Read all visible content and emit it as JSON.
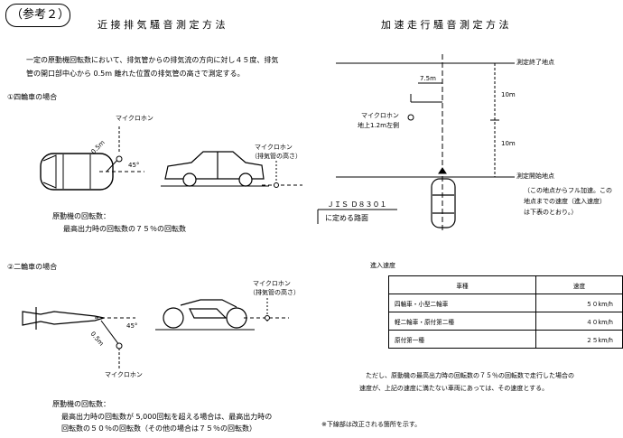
{
  "header": {
    "label": "（参考２）"
  },
  "left": {
    "title": "近 接 排 気 騒 音 測 定 方 法",
    "intro_line1": "一定の原動機回転数において、排気管からの排気流の方向に対し４５度、排気",
    "intro_line2": "管の開口部中心から 0.5m 離れた位置の排気管の高さで測定する。",
    "four_wheel": {
      "heading": "①四輪車の場合",
      "mic_label": "マイクロホン",
      "dist_label": "0.5m",
      "angle_label": "45°",
      "side_mic_label": "マイクロホン",
      "side_mic_sub": "（排気管の高さ）",
      "rpm_label": "原動機の回転数：",
      "rpm_value": "最高出力時の回転数の７５％の回転数"
    },
    "two_wheel": {
      "heading": "②二輪車の場合",
      "mic_label": "マイクロホン",
      "dist_label": "0.5m",
      "angle_label": "45°",
      "side_mic_label": "マイクロホン",
      "side_mic_sub": "（排気管の高さ）",
      "rpm_label": "原動機の回転数：",
      "rpm_line1": "最高出力時の回転数が 5,000回転を超える場合は、最高出力時の",
      "rpm_line2": "回転数の５０％の回転数（その他の場合は７５％の回転数）"
    }
  },
  "right": {
    "title": "加 速 走 行 騒 音 測 定 方 法",
    "end_point": "測定終了地点",
    "dist_75": "7.5m",
    "dist_10_top": "10m",
    "dist_10_bottom": "10m",
    "mic_label": "マイクロホン",
    "mic_height": "地上1.2m左側",
    "start_point": "測定開始地点",
    "start_note1": "（この地点からフル加速。この",
    "start_note2": "地点までの速度（進入速度）",
    "start_note3": "は下表のとおり。）",
    "jis_label": "ＪＩＳ Ｄ８３０１",
    "jis_sub": "に定める路面",
    "table": {
      "caption": "進入速度",
      "header": [
        "車種",
        "速度"
      ],
      "rows": [
        [
          "四輪車・小型二輪車",
          "５０km/h"
        ],
        [
          "軽二輪車・原付第二種",
          "４０km/h"
        ],
        [
          "原付第一種",
          "２５km/h"
        ]
      ]
    },
    "note_line1": "ただし、原動機の最高出力時の回転数の７５％の回転数で走行した場合の",
    "note_line2": "速度が、上記の速度に満たない車両にあっては、その速度とする。"
  },
  "footer": {
    "note": "※下線部は改正される箇所を示す。"
  }
}
